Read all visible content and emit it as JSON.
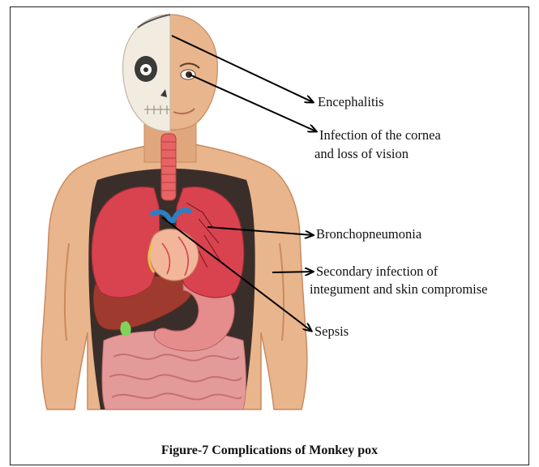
{
  "labels": {
    "encephalitis": "Encephalitis",
    "cornea_line1": "Infection of the cornea",
    "cornea_line2": "and loss of vision",
    "bronchopneumonia": "Bronchopneumonia",
    "secondary_line1": "Secondary infection of",
    "secondary_line2": "integument and skin compromise",
    "sepsis": "Sepsis"
  },
  "caption": "Figure-7  Complications of Monkey pox",
  "colors": {
    "skin": "#E9B58C",
    "skin_dark": "#C98A5E",
    "cavity": "#3A2E2A",
    "lung": "#D9434F",
    "liver": "#9E3B2E",
    "stomach": "#E58C8C",
    "intestine": "#E59A9A",
    "heart": "#F2B79B",
    "trachea": "#E86464",
    "skull": "#F2ECE0",
    "arrow": "#000000"
  }
}
